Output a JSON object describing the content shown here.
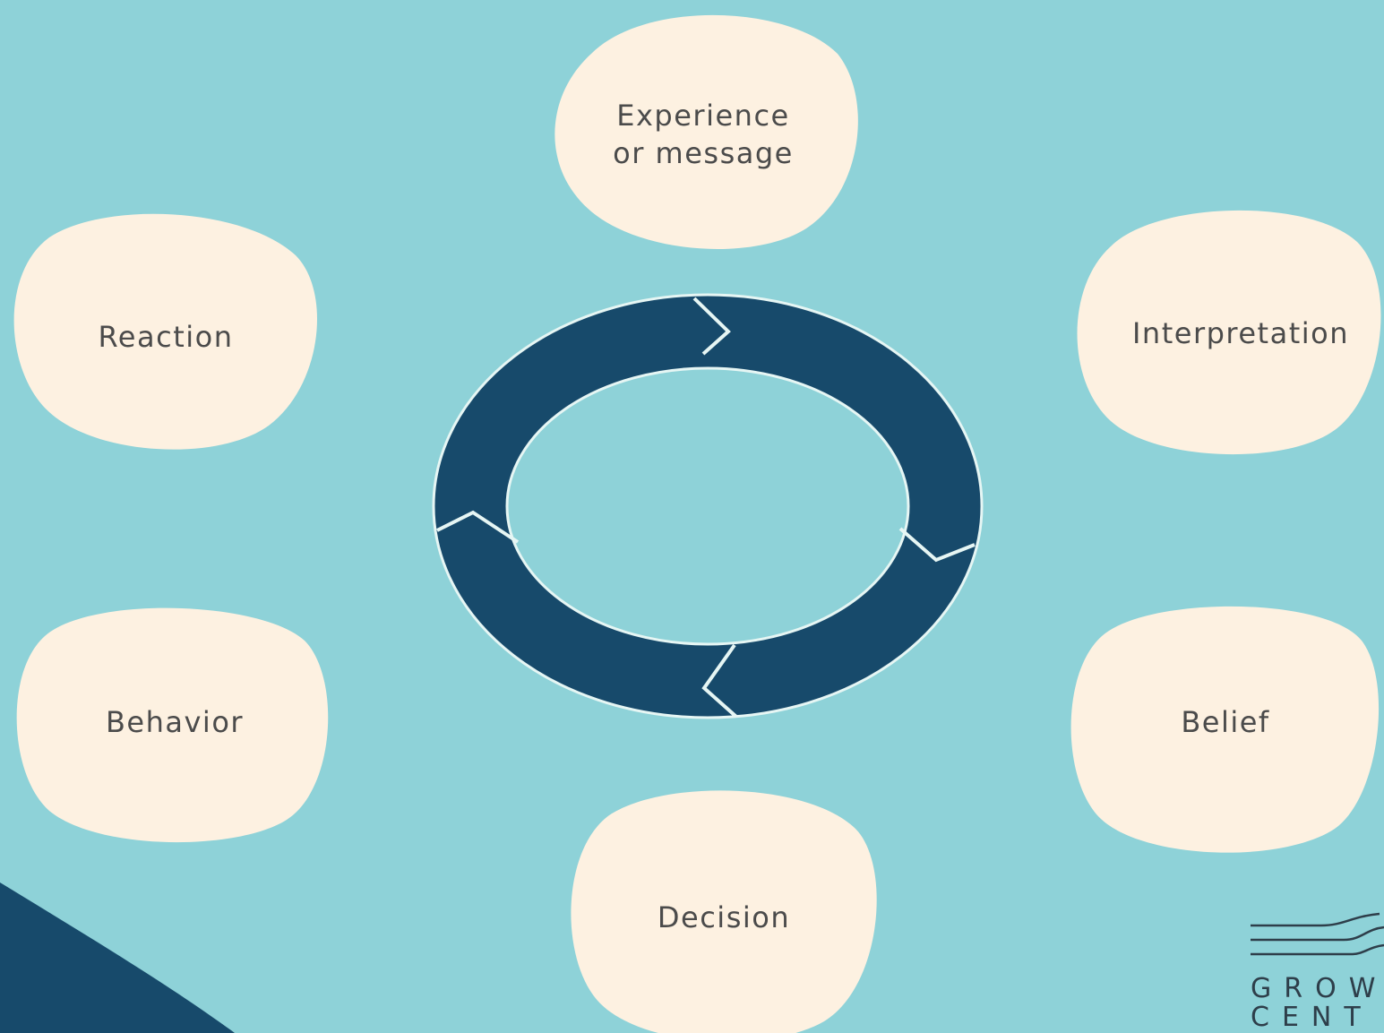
{
  "diagram": {
    "background_color": "#8ed2d8",
    "ring_color": "#174a6b",
    "bubble_color": "#fdf1e1",
    "text_color": "#4b4b4b",
    "nodes": [
      {
        "id": "experience",
        "label": "Experience\nor message"
      },
      {
        "id": "interpretation",
        "label": "Interpretation"
      },
      {
        "id": "belief",
        "label": "Belief"
      },
      {
        "id": "decision",
        "label": "Decision"
      },
      {
        "id": "behavior",
        "label": "Behavior"
      },
      {
        "id": "reaction",
        "label": "Reaction"
      }
    ]
  },
  "logo": {
    "line1": "GROW",
    "line2": "CENT"
  }
}
